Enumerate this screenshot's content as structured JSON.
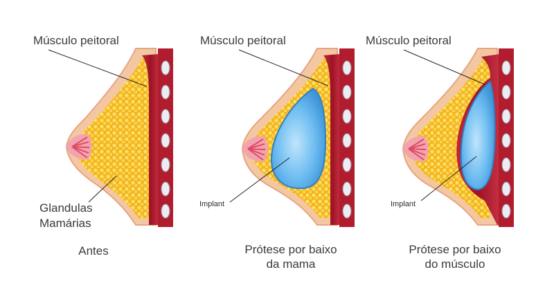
{
  "panels": [
    {
      "id": "before",
      "muscle_label": "Músculo peitoral",
      "gland_label_line1": "Glandulas",
      "gland_label_line2": "Mamárias",
      "caption_line1": "Antes"
    },
    {
      "id": "under-breast",
      "muscle_label": "Músculo peitoral",
      "implant_label": "Implant",
      "caption_line1": "Prótese por baixo",
      "caption_line2": "da mama"
    },
    {
      "id": "under-muscle",
      "muscle_label": "Músculo peitoral",
      "implant_label": "Implant",
      "caption_line1": "Prótese por baixo",
      "caption_line2": "do músculo"
    }
  ],
  "colors": {
    "skin": "#f6c7a2",
    "skin_edge": "#e8a47e",
    "fat": "#f7c325",
    "fat_dot": "#fbe37a",
    "muscle": "#b41e30",
    "muscle_light": "#d9485a",
    "rib": "#e9e9f0",
    "implant": "#62b6f0",
    "implant_light": "#b8e1fb",
    "nipple": "#f07a8a",
    "text": "#3a3a3a"
  }
}
